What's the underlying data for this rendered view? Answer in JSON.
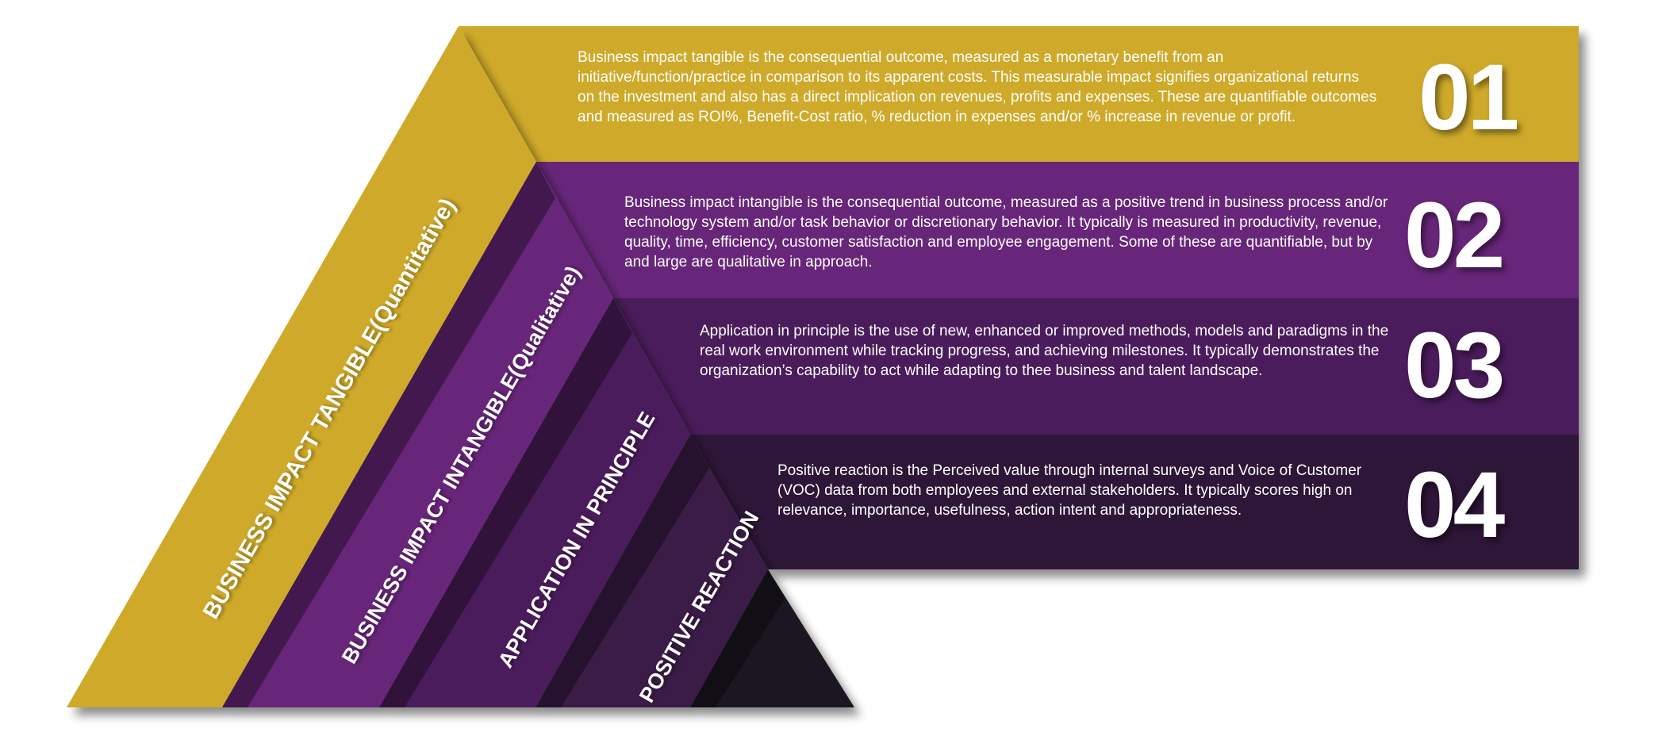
{
  "colors": {
    "gold": "#CFAA2B",
    "gold_dark": "#B8931F",
    "purple": "#67277A",
    "purple_dark": "#4B1F5C",
    "plum": "#3A1A47",
    "plum_dark": "#2E1238",
    "ink": "#1F1420"
  },
  "tiers": [
    {
      "number": "01",
      "label": "BUSINESS IMPACT TANGIBLE(Quantitative)",
      "description": "Business impact tangible is the consequential outcome, measured as a monetary benefit from an initiative/function/practice in comparison to its apparent costs. This measurable impact signifies organizational returns on the investment and also has a direct implication on revenues, profits and expenses. These are quantifiable outcomes and measured as ROI%, Benefit-Cost ratio, % reduction in expenses and/or % increase in revenue or profit."
    },
    {
      "number": "02",
      "label": "BUSINESS IMPACT INTANGIBLE(Qualitative)",
      "description": "Business impact intangible is the consequential outcome, measured as a positive trend in business process and/or technology system and/or task behavior or discretionary behavior. It typically is measured in productivity, revenue, quality, time, efficiency, customer satisfaction and employee engagement. Some of these are quantifiable, but by and large are qualitative in approach."
    },
    {
      "number": "03",
      "label": "APPLICATION IN PRINCIPLE",
      "description": "Application in principle is the use of new, enhanced or improved methods, models and paradigms in the real work environment while tracking progress, and achieving milestones. It typically demonstrates the organization’s capability to act while adapting to thee business and talent landscape."
    },
    {
      "number": "04",
      "label": "POSITIVE REACTION",
      "description": "Positive reaction is the Perceived value through internal surveys and Voice of Customer (VOC) data from both employees and external stakeholders. It typically scores high on relevance, importance, usefulness, action intent and appropriateness."
    }
  ]
}
